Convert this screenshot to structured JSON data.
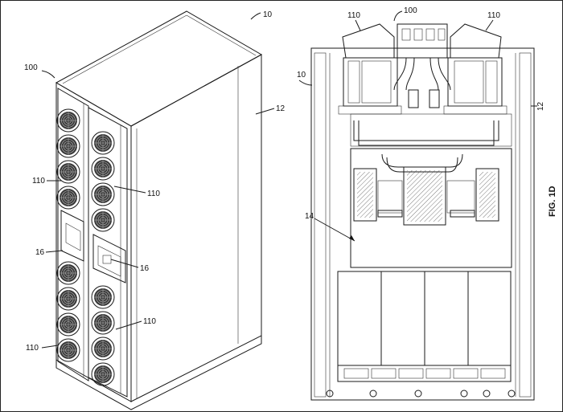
{
  "figure_label": "FIG. 1D",
  "left_view": {
    "labels": {
      "system_ref": "10",
      "rack_ref": "100",
      "cabinet_ref": "12",
      "fan_upper_left": "110",
      "fan_upper_right": "110",
      "fan_lower_right": "110",
      "fan_lower_left": "110",
      "duct_left": "16",
      "duct_right": "16"
    }
  },
  "right_view": {
    "labels": {
      "system_ref": "10",
      "rack_ref": "100",
      "fan_left": "110",
      "fan_right": "110",
      "cabinet_ref": "12",
      "interior_ref": "14"
    }
  }
}
